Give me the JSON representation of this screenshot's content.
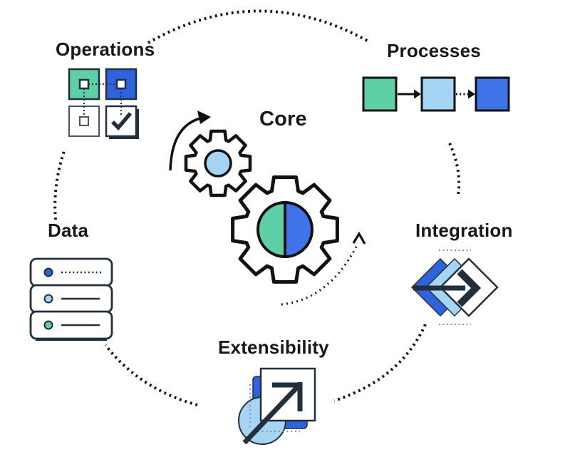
{
  "diagram": {
    "center": {
      "label": "Core",
      "icon": "gears-icon"
    },
    "nodes": [
      {
        "id": "operations",
        "label": "Operations",
        "icon": "checklist-squares-icon"
      },
      {
        "id": "processes",
        "label": "Processes",
        "icon": "sequence-flow-icon"
      },
      {
        "id": "data",
        "label": "Data",
        "icon": "server-stack-icon"
      },
      {
        "id": "integration",
        "label": "Integration",
        "icon": "layered-diamonds-arrow-icon"
      },
      {
        "id": "extensibility",
        "label": "Extensibility",
        "icon": "expand-arrow-icon"
      }
    ],
    "cycle": [
      "Operations",
      "Processes",
      "Integration",
      "Extensibility",
      "Data"
    ]
  },
  "colors": {
    "green": "#5FCFA5",
    "blue": "#2E63DD",
    "bright_blue": "#3F74E9",
    "light_blue": "#A6D4F5",
    "dark": "#232F3B",
    "line_black": "#111111",
    "dotted_gray": "#8A939D",
    "background": "#FFFFFF"
  }
}
